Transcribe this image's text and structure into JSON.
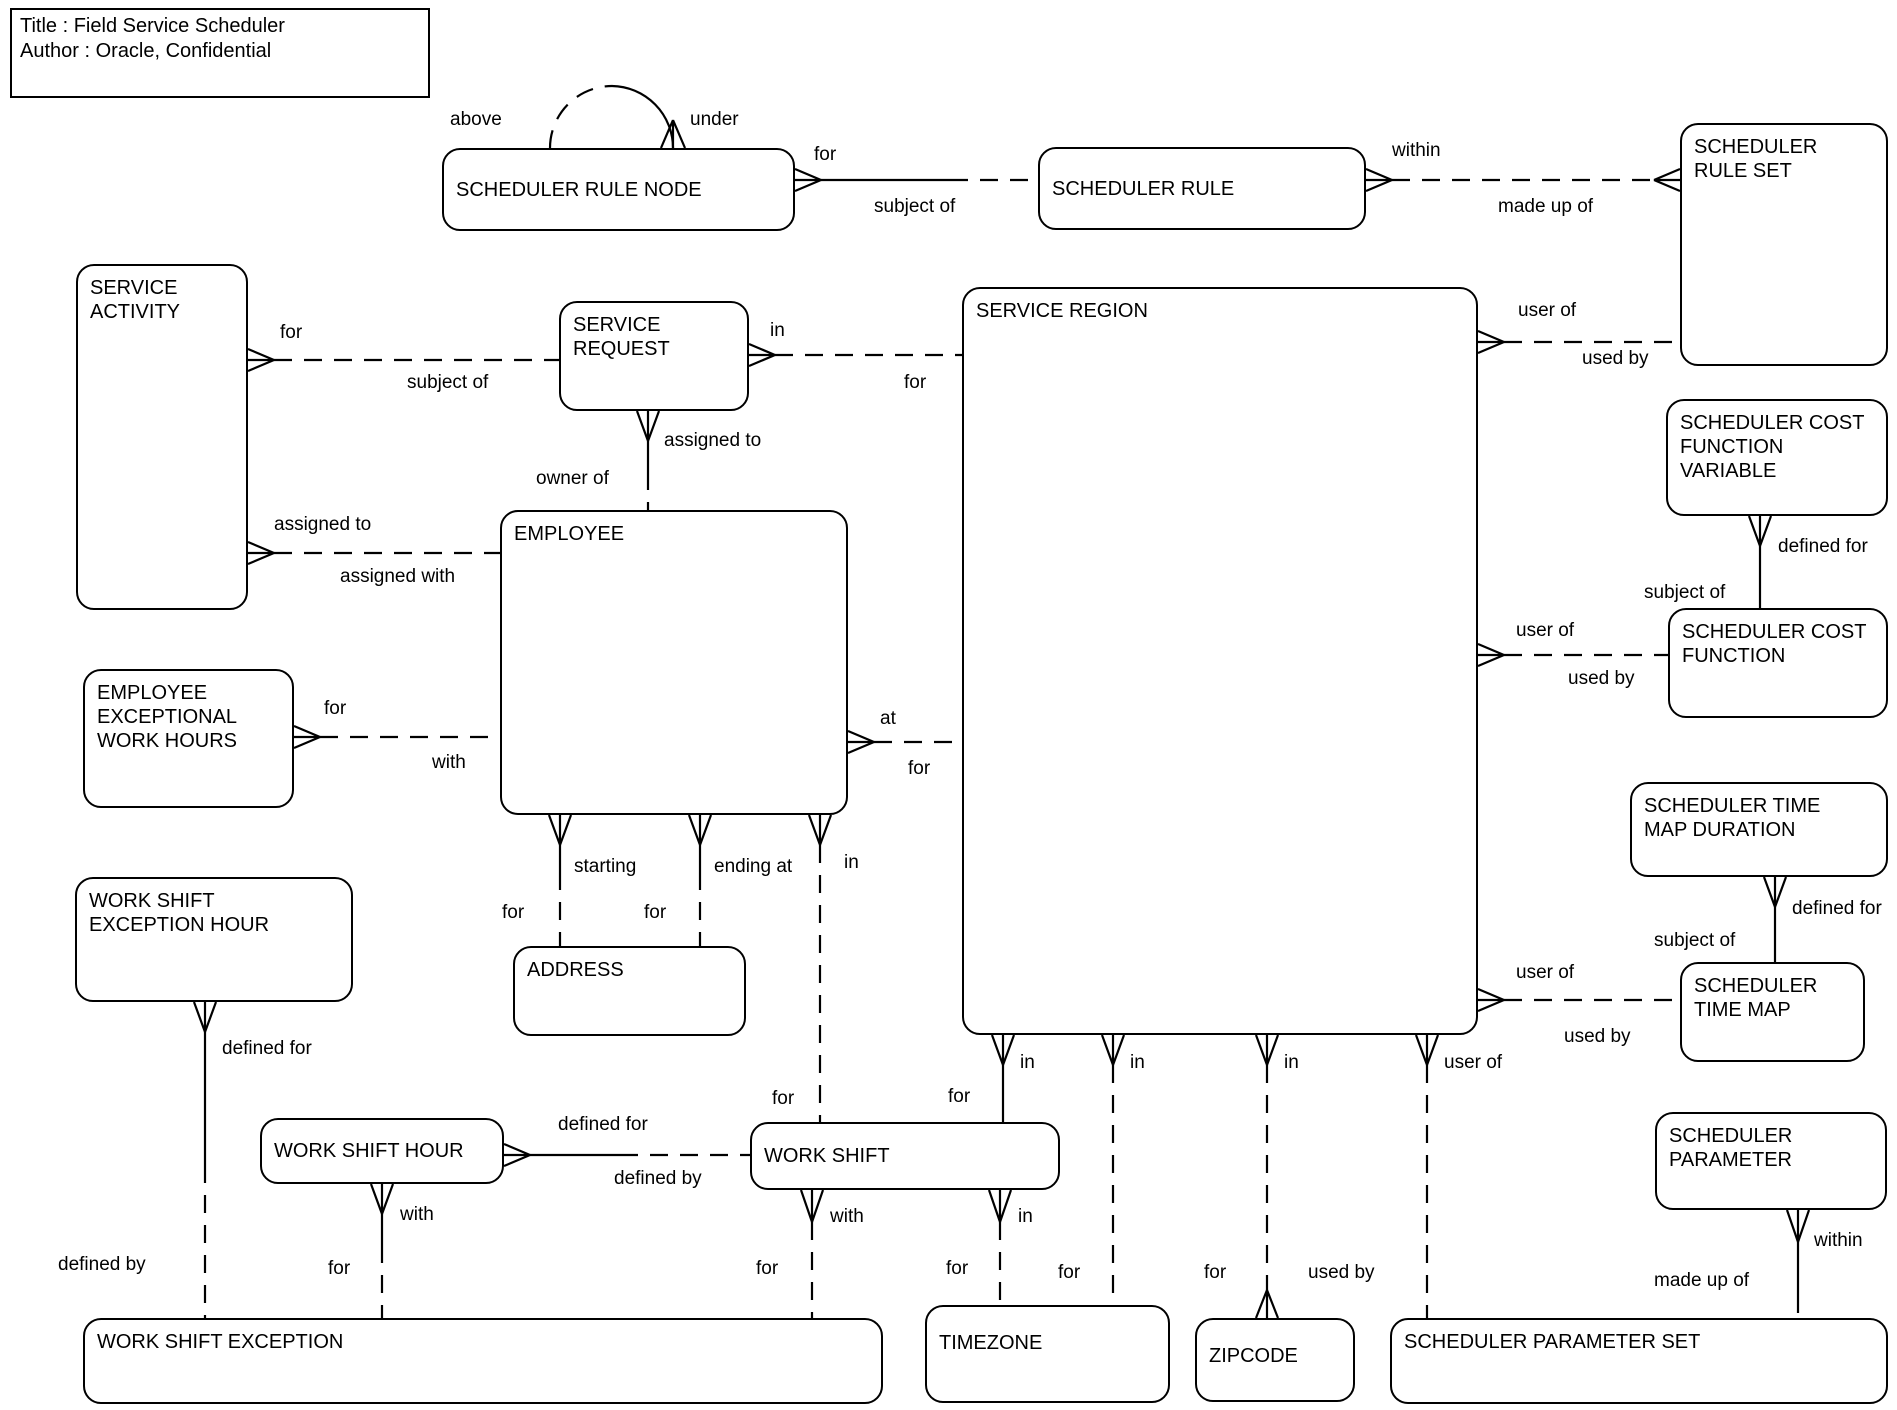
{
  "meta": {
    "title_line1": "Title : Field Service Scheduler",
    "title_line2": "Author : Oracle, Confidential"
  },
  "colors": {
    "line": "#000000",
    "background": "#ffffff",
    "text": "#000000"
  },
  "entities": {
    "scheduler_rule_node": "SCHEDULER RULE NODE",
    "scheduler_rule": "SCHEDULER RULE",
    "scheduler_rule_set": "SCHEDULER\nRULE SET",
    "service_activity": "SERVICE\nACTIVITY",
    "service_request": "SERVICE\nREQUEST",
    "service_region": "SERVICE REGION",
    "scheduler_cost_function_variable": "SCHEDULER COST\nFUNCTION\nVARIABLE",
    "scheduler_cost_function": "SCHEDULER COST\nFUNCTION",
    "employee": "EMPLOYEE",
    "employee_exceptional_work_hours": "EMPLOYEE\nEXCEPTIONAL\nWORK HOURS",
    "scheduler_time_map_duration": "SCHEDULER TIME\nMAP DURATION",
    "scheduler_time_map": "SCHEDULER\nTIME MAP",
    "work_shift_exception_hour": "WORK SHIFT\nEXCEPTION HOUR",
    "address": "ADDRESS",
    "work_shift_hour": "WORK SHIFT HOUR",
    "work_shift": "WORK SHIFT",
    "scheduler_parameter": "SCHEDULER\nPARAMETER",
    "work_shift_exception": "WORK SHIFT EXCEPTION",
    "timezone": "TIMEZONE",
    "zipcode": "ZIPCODE",
    "scheduler_parameter_set": "SCHEDULER PARAMETER SET"
  },
  "rel": {
    "srn_self_above": "above",
    "srn_self_under": "under",
    "srn_sr_for": "for",
    "srn_sr_subject_of": "subject of",
    "sr_srs_within": "within",
    "sr_srs_made_up_of": "made up of",
    "sregion_srs_user_of": "user of",
    "sregion_srs_used_by": "used by",
    "sa_sreq_for": "for",
    "sa_sreq_subject_of": "subject of",
    "sreq_sregion_in": "in",
    "sreq_sregion_for": "for",
    "sreq_emp_assigned_to": "assigned to",
    "sreq_emp_owner_of": "owner of",
    "sa_emp_assigned_to": "assigned to",
    "sa_emp_assigned_with": "assigned with",
    "eewh_emp_for": "for",
    "eewh_emp_with": "with",
    "emp_sregion_at": "at",
    "emp_sregion_for": "for",
    "emp_addr_starting": "starting",
    "emp_addr_starting_for": "for",
    "emp_addr_ending_at": "ending at",
    "emp_addr_ending_for": "for",
    "emp_ws_in": "in",
    "emp_ws_for": "for",
    "scfv_scf_defined_for": "defined for",
    "scfv_scf_subject_of": "subject of",
    "sregion_scf_user_of": "user of",
    "sregion_scf_used_by": "used by",
    "stmd_stm_defined_for": "defined for",
    "stmd_stm_subject_of": "subject of",
    "sregion_stm_user_of": "user of",
    "sregion_stm_used_by": "used by",
    "sregion_ws_in": "in",
    "sregion_ws_for": "for",
    "sregion_tz_in": "in",
    "sregion_tz_for": "for",
    "sregion_zip_in": "in",
    "sregion_zip_for": "for",
    "sregion_sps_user_of": "user of",
    "sregion_sps_used_by": "used by",
    "ws_wse_with": "with",
    "ws_wse_for": "for",
    "ws_tz_in": "in",
    "ws_tz_for": "for",
    "wsh_ws_defined_for": "defined for",
    "wsh_ws_defined_by": "defined by",
    "wsh_wse_with": "with",
    "wsh_wse_for": "for",
    "wseh_wse_defined_for": "defined for",
    "wseh_wse_defined_by": "defined by",
    "sp_sps_within": "within",
    "sp_sps_made_up_of": "made up of"
  }
}
